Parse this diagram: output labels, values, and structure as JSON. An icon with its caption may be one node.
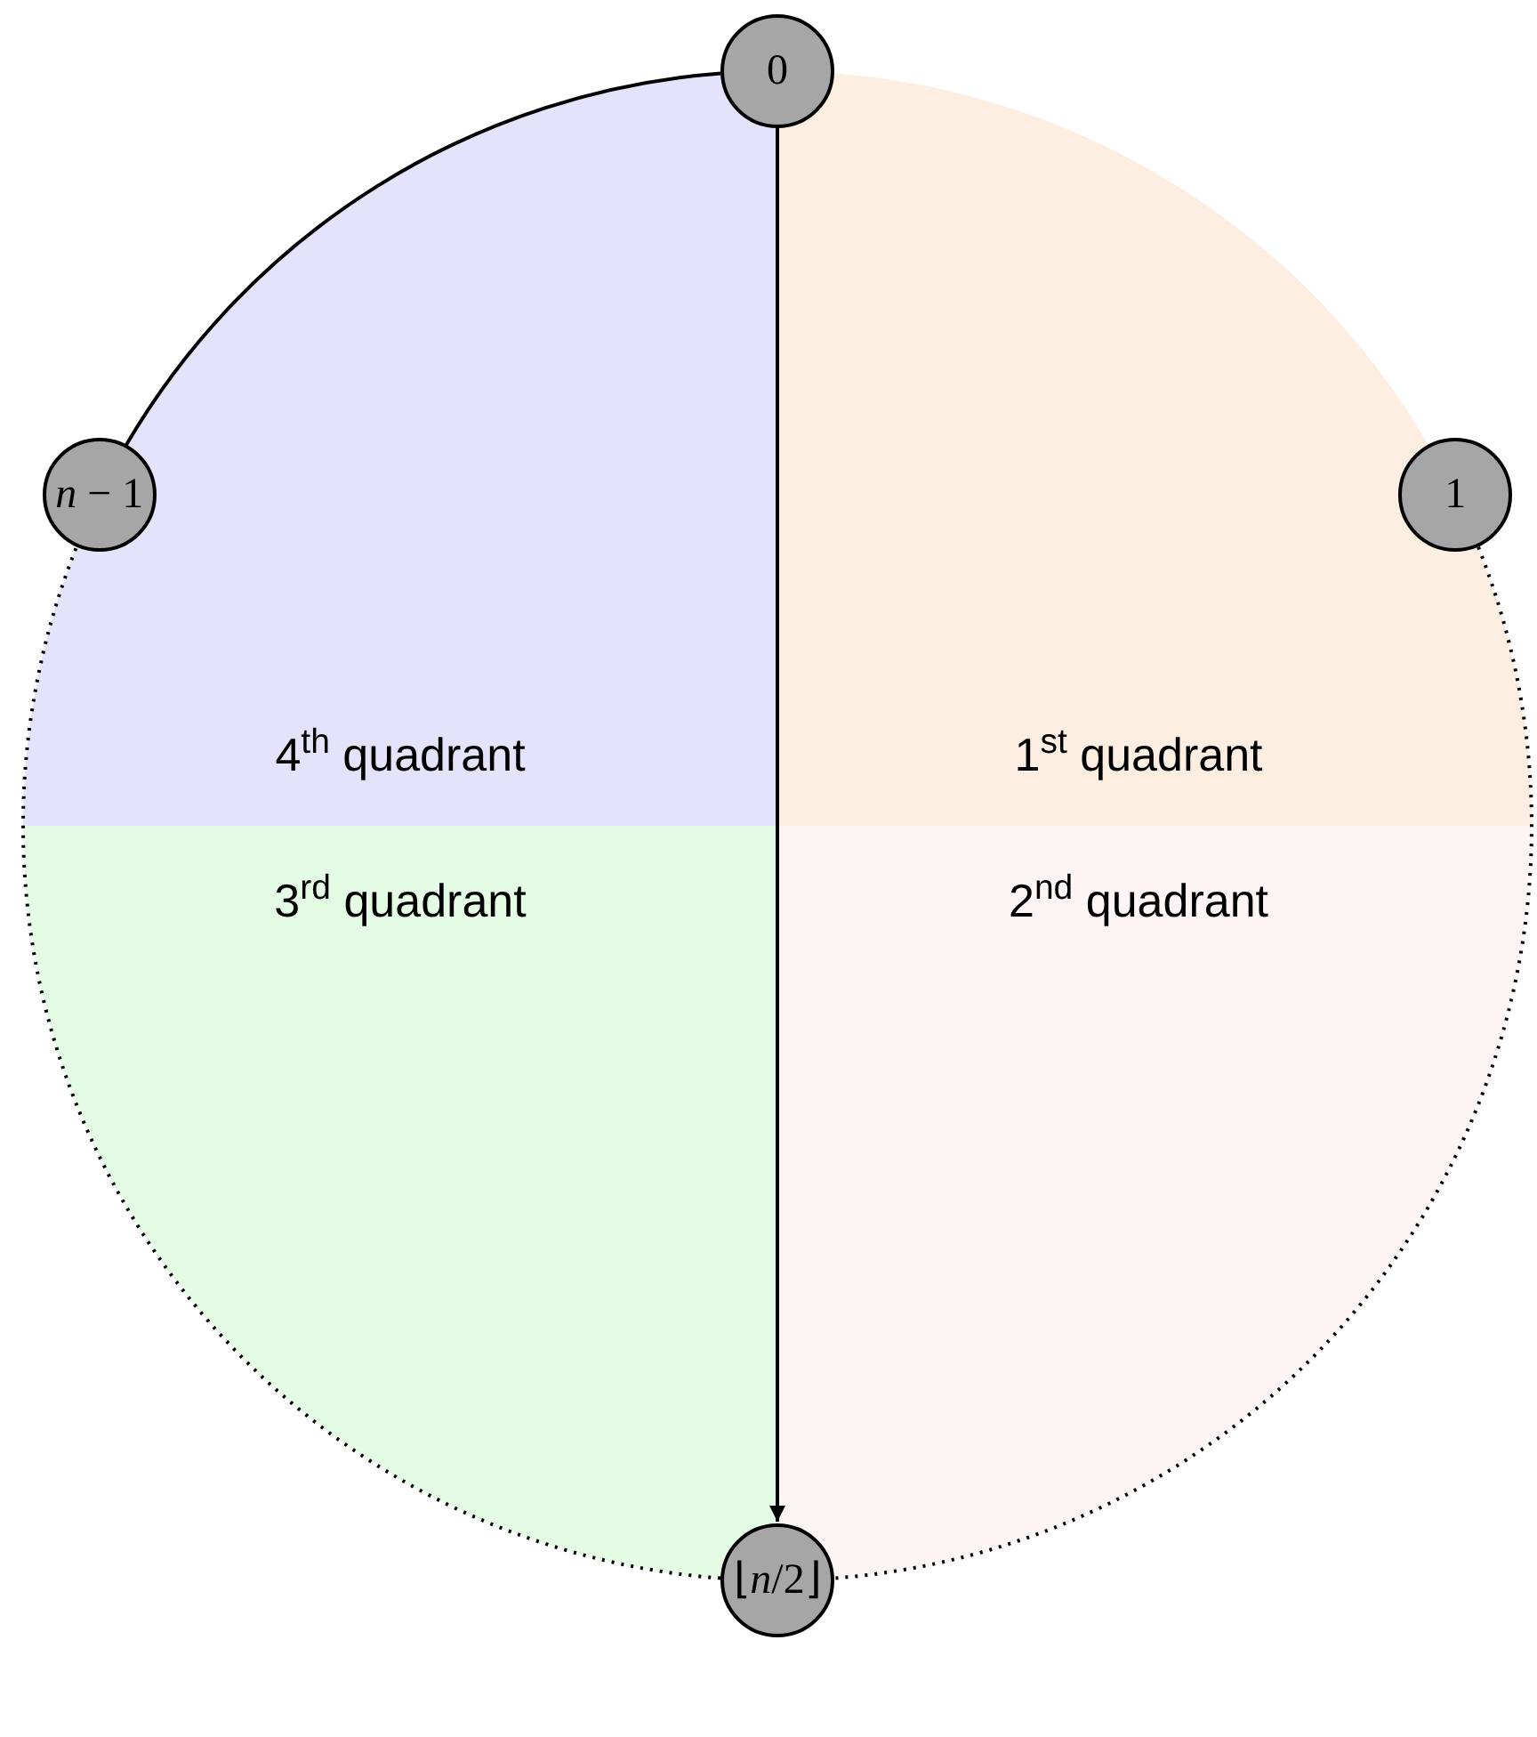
{
  "diagram": {
    "nodes": [
      {
        "text": [
          "0"
        ]
      },
      {
        "text": [
          "*n* − 1"
        ]
      },
      {
        "text": [
          "1"
        ]
      },
      {
        "text": [
          "4$^{th}$ quadrant"
        ]
      },
      {
        "text": [
          "1$^{st}$ quadrant"
        ]
      },
      {
        "text": [
          "3$^{rd}$ quadrant"
        ]
      },
      {
        "text": [
          "2$^{nd}$ quadrant"
        ]
      },
      {
        "text": [
          "⌊*n*/2⌋"
        ]
      }
    ],
    "edges": [
      {
        "from": 1,
        "to": 0,
        "arrow": "none"
      },
      {
        "from": 0,
        "to": 7,
        "arrow": "to"
      },
      {
        "from": 2,
        "to": 7,
        "arrow": "none",
        "style": "dashed"
      },
      {
        "from": 7,
        "to": 1,
        "arrow": "none",
        "style": "dashed"
      }
    ]
  }
}
